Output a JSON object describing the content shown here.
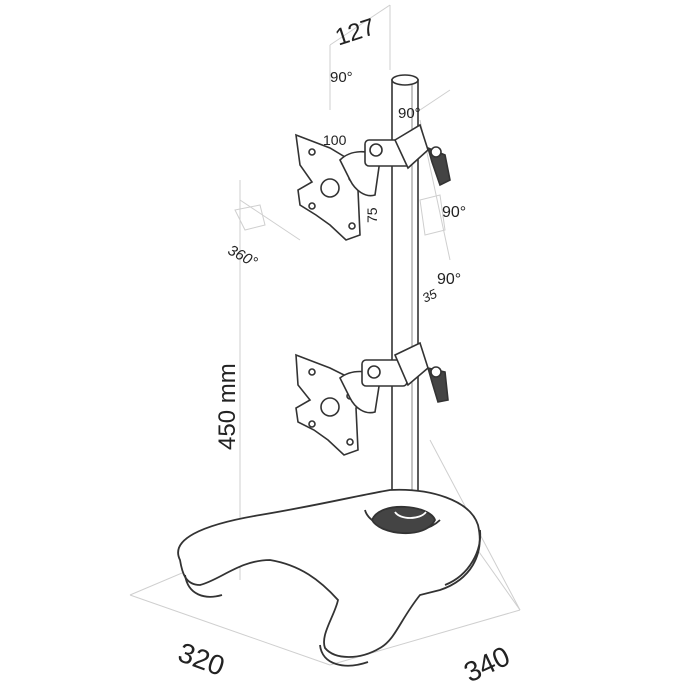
{
  "dimensions": {
    "top_width": "127",
    "base_depth": "320",
    "base_width": "340",
    "height": "450 mm",
    "plate_width": "100",
    "plate_height": "75",
    "pole_offset": "35"
  },
  "angles": {
    "tilt_top": "90°",
    "swivel_top": "90°",
    "swivel_mid_1": "90°",
    "swivel_mid_2": "90°",
    "rotation": "360°"
  },
  "colors": {
    "line": "#333333",
    "construction": "#cccccc",
    "fill": "#ffffff",
    "shade": "#444444"
  }
}
